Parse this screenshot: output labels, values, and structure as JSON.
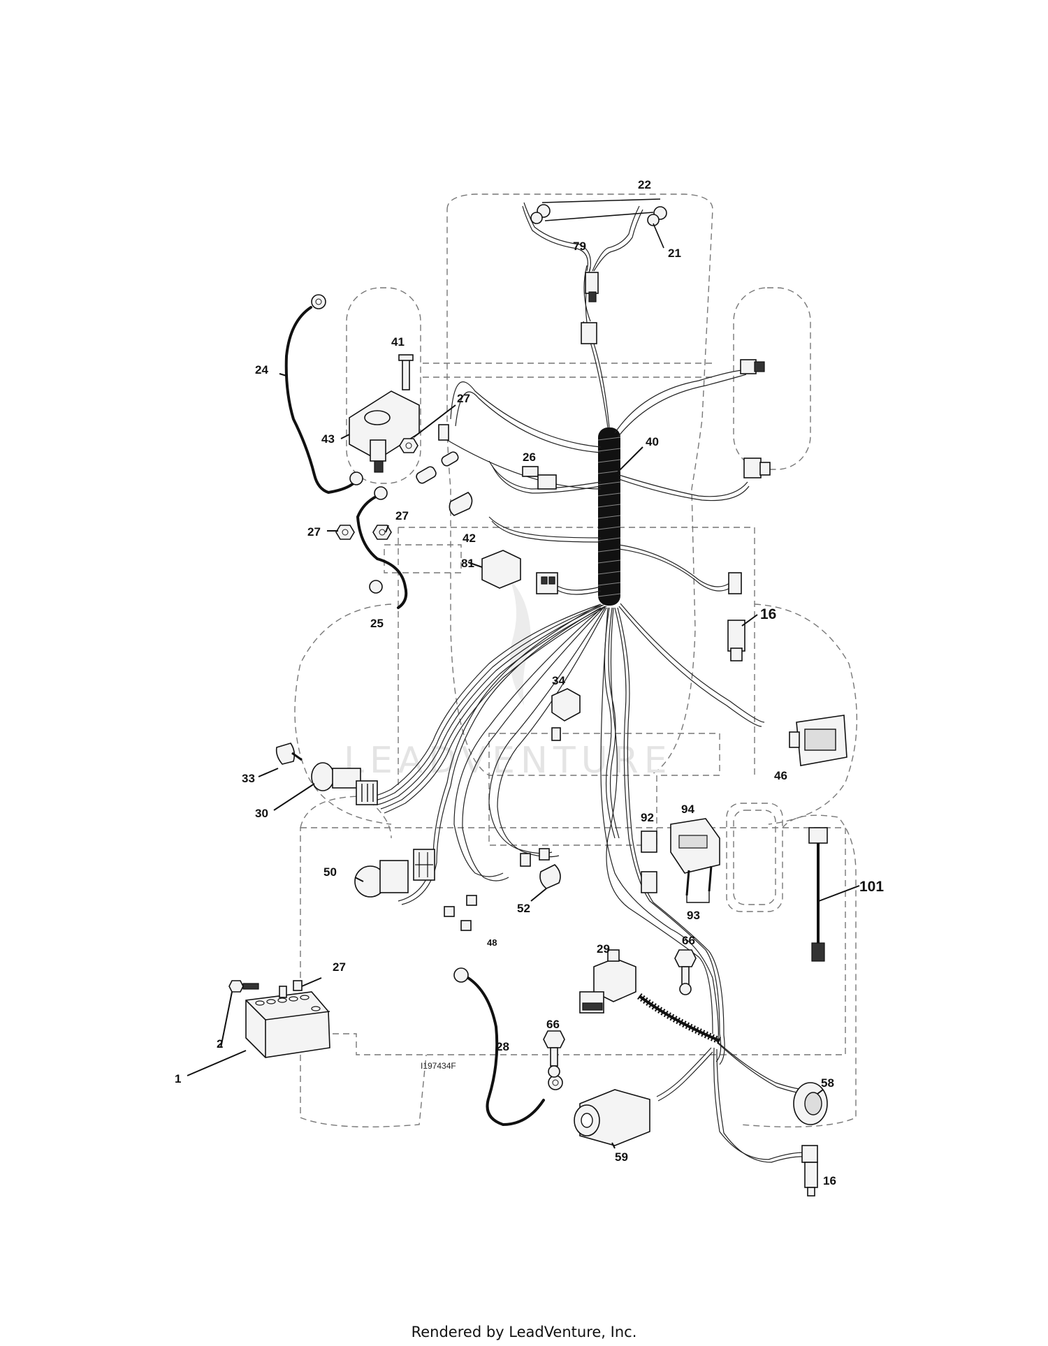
{
  "diagram": {
    "callouts": [
      {
        "id": "c-22",
        "label": "22"
      },
      {
        "id": "c-79",
        "label": "79"
      },
      {
        "id": "c-21",
        "label": "21"
      },
      {
        "id": "c-41",
        "label": "41"
      },
      {
        "id": "c-24",
        "label": "24"
      },
      {
        "id": "c-27a",
        "label": "27"
      },
      {
        "id": "c-43",
        "label": "43"
      },
      {
        "id": "c-40",
        "label": "40"
      },
      {
        "id": "c-26",
        "label": "26"
      },
      {
        "id": "c-27b",
        "label": "27"
      },
      {
        "id": "c-27c",
        "label": "27"
      },
      {
        "id": "c-42",
        "label": "42"
      },
      {
        "id": "c-81",
        "label": "81"
      },
      {
        "id": "c-25",
        "label": "25"
      },
      {
        "id": "c-16a",
        "label": "16"
      },
      {
        "id": "c-34",
        "label": "34"
      },
      {
        "id": "c-46",
        "label": "46"
      },
      {
        "id": "c-33",
        "label": "33"
      },
      {
        "id": "c-30",
        "label": "30"
      },
      {
        "id": "c-92",
        "label": "92"
      },
      {
        "id": "c-94",
        "label": "94"
      },
      {
        "id": "c-50",
        "label": "50"
      },
      {
        "id": "c-52",
        "label": "52"
      },
      {
        "id": "c-101",
        "label": "101"
      },
      {
        "id": "c-93",
        "label": "93"
      },
      {
        "id": "c-48",
        "label": "48"
      },
      {
        "id": "c-66a",
        "label": "66"
      },
      {
        "id": "c-29",
        "label": "29"
      },
      {
        "id": "c-27d",
        "label": "27"
      },
      {
        "id": "c-2",
        "label": "2"
      },
      {
        "id": "c-28",
        "label": "28"
      },
      {
        "id": "c-66b",
        "label": "66"
      },
      {
        "id": "c-1",
        "label": "1"
      },
      {
        "id": "c-58",
        "label": "58"
      },
      {
        "id": "c-59",
        "label": "59"
      },
      {
        "id": "c-16b",
        "label": "16"
      }
    ],
    "figure_id": "I197434F",
    "watermark": "LEADVENTURE"
  },
  "footer": {
    "text": "Rendered by LeadVenture, Inc."
  }
}
